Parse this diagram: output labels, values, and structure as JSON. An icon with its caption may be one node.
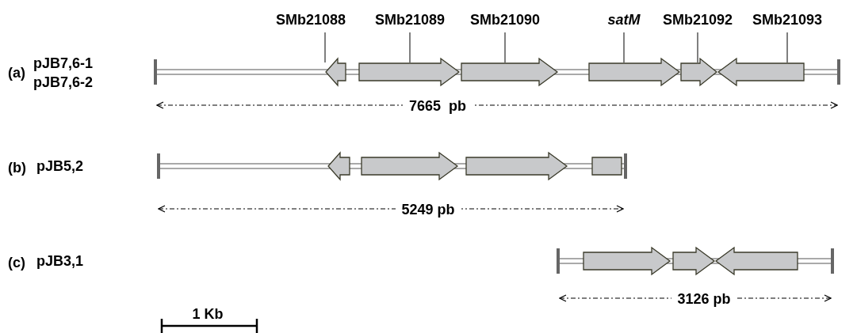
{
  "diagram": {
    "nodes": [
      {
        "text": [
          "SMb21088"
        ]
      },
      {
        "text": [
          "SMb21089"
        ]
      },
      {
        "text": [
          "SMb21090"
        ]
      },
      {
        "text": [
          "satM"
        ]
      },
      {
        "text": [
          "SMb21092"
        ]
      },
      {
        "text": [
          "SMb21093"
        ]
      },
      {
        "text": [],
        "shape": "arrow"
      },
      {
        "text": [],
        "shape": "arrow"
      },
      {
        "text": [],
        "shape": "arrow"
      },
      {
        "text": [],
        "shape": "arrow"
      },
      {
        "text": [],
        "shape": "arrow"
      },
      {
        "text": [],
        "shape": "arrow"
      },
      {
        "text": [],
        "shape": "arrow"
      },
      {
        "text": [],
        "shape": "arrow"
      },
      {
        "text": [],
        "shape": "arrow"
      },
      {
        "text": [],
        "shape": "box"
      },
      {
        "text": [],
        "shape": "arrow"
      },
      {
        "text": [],
        "shape": "arrow"
      },
      {
        "text": [],
        "shape": "arrow"
      }
    ],
    "edges": [
      {
        "from": 0,
        "to": 6,
        "arrow": "none"
      },
      {
        "from": 1,
        "to": 7,
        "arrow": "none"
      },
      {
        "from": 2,
        "to": 8,
        "arrow": "none"
      },
      {
        "from": 3,
        "to": 9,
        "arrow": "none"
      },
      {
        "from": 4,
        "to": 10,
        "arrow": "none"
      },
      {
        "from": 5,
        "to": 11,
        "arrow": "none"
      }
    ],
    "labels": [
      "(a)",
      "pJB7,6-1",
      "pJB7,6-2",
      "7665  pb",
      "(b)",
      "pJB5,2",
      "5249 pb",
      "(c)",
      "pJB3,1",
      "3126 pb",
      "1 Kb"
    ]
  }
}
